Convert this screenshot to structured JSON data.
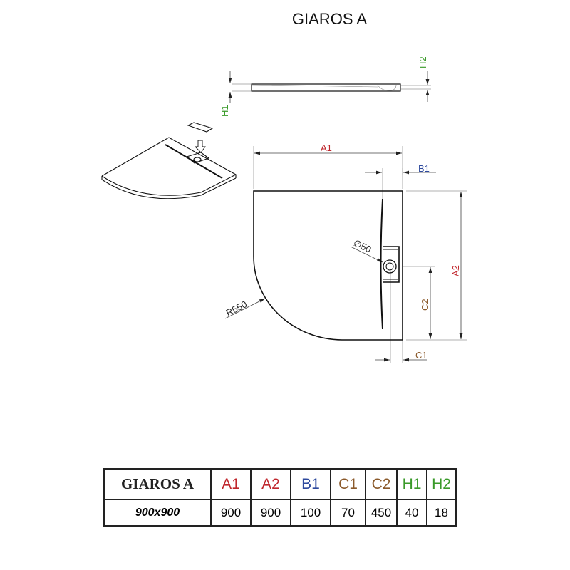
{
  "title": "GIAROS A",
  "labels": {
    "A1": "A1",
    "A2": "A2",
    "B1": "B1",
    "C1": "C1",
    "C2": "C2",
    "H1": "H1",
    "H2": "H2",
    "diameter": "∅50",
    "radius": "R550"
  },
  "colors": {
    "A": "#c0272d",
    "B": "#2e4a9e",
    "C": "#8b5a2b",
    "H": "#3a9a2a"
  },
  "table": {
    "model": "GIAROS A",
    "headers": [
      "A1",
      "A2",
      "B1",
      "C1",
      "C2",
      "H1",
      "H2"
    ],
    "rows": [
      {
        "size": "900x900",
        "values": [
          "900",
          "900",
          "100",
          "70",
          "450",
          "40",
          "18"
        ]
      }
    ]
  }
}
